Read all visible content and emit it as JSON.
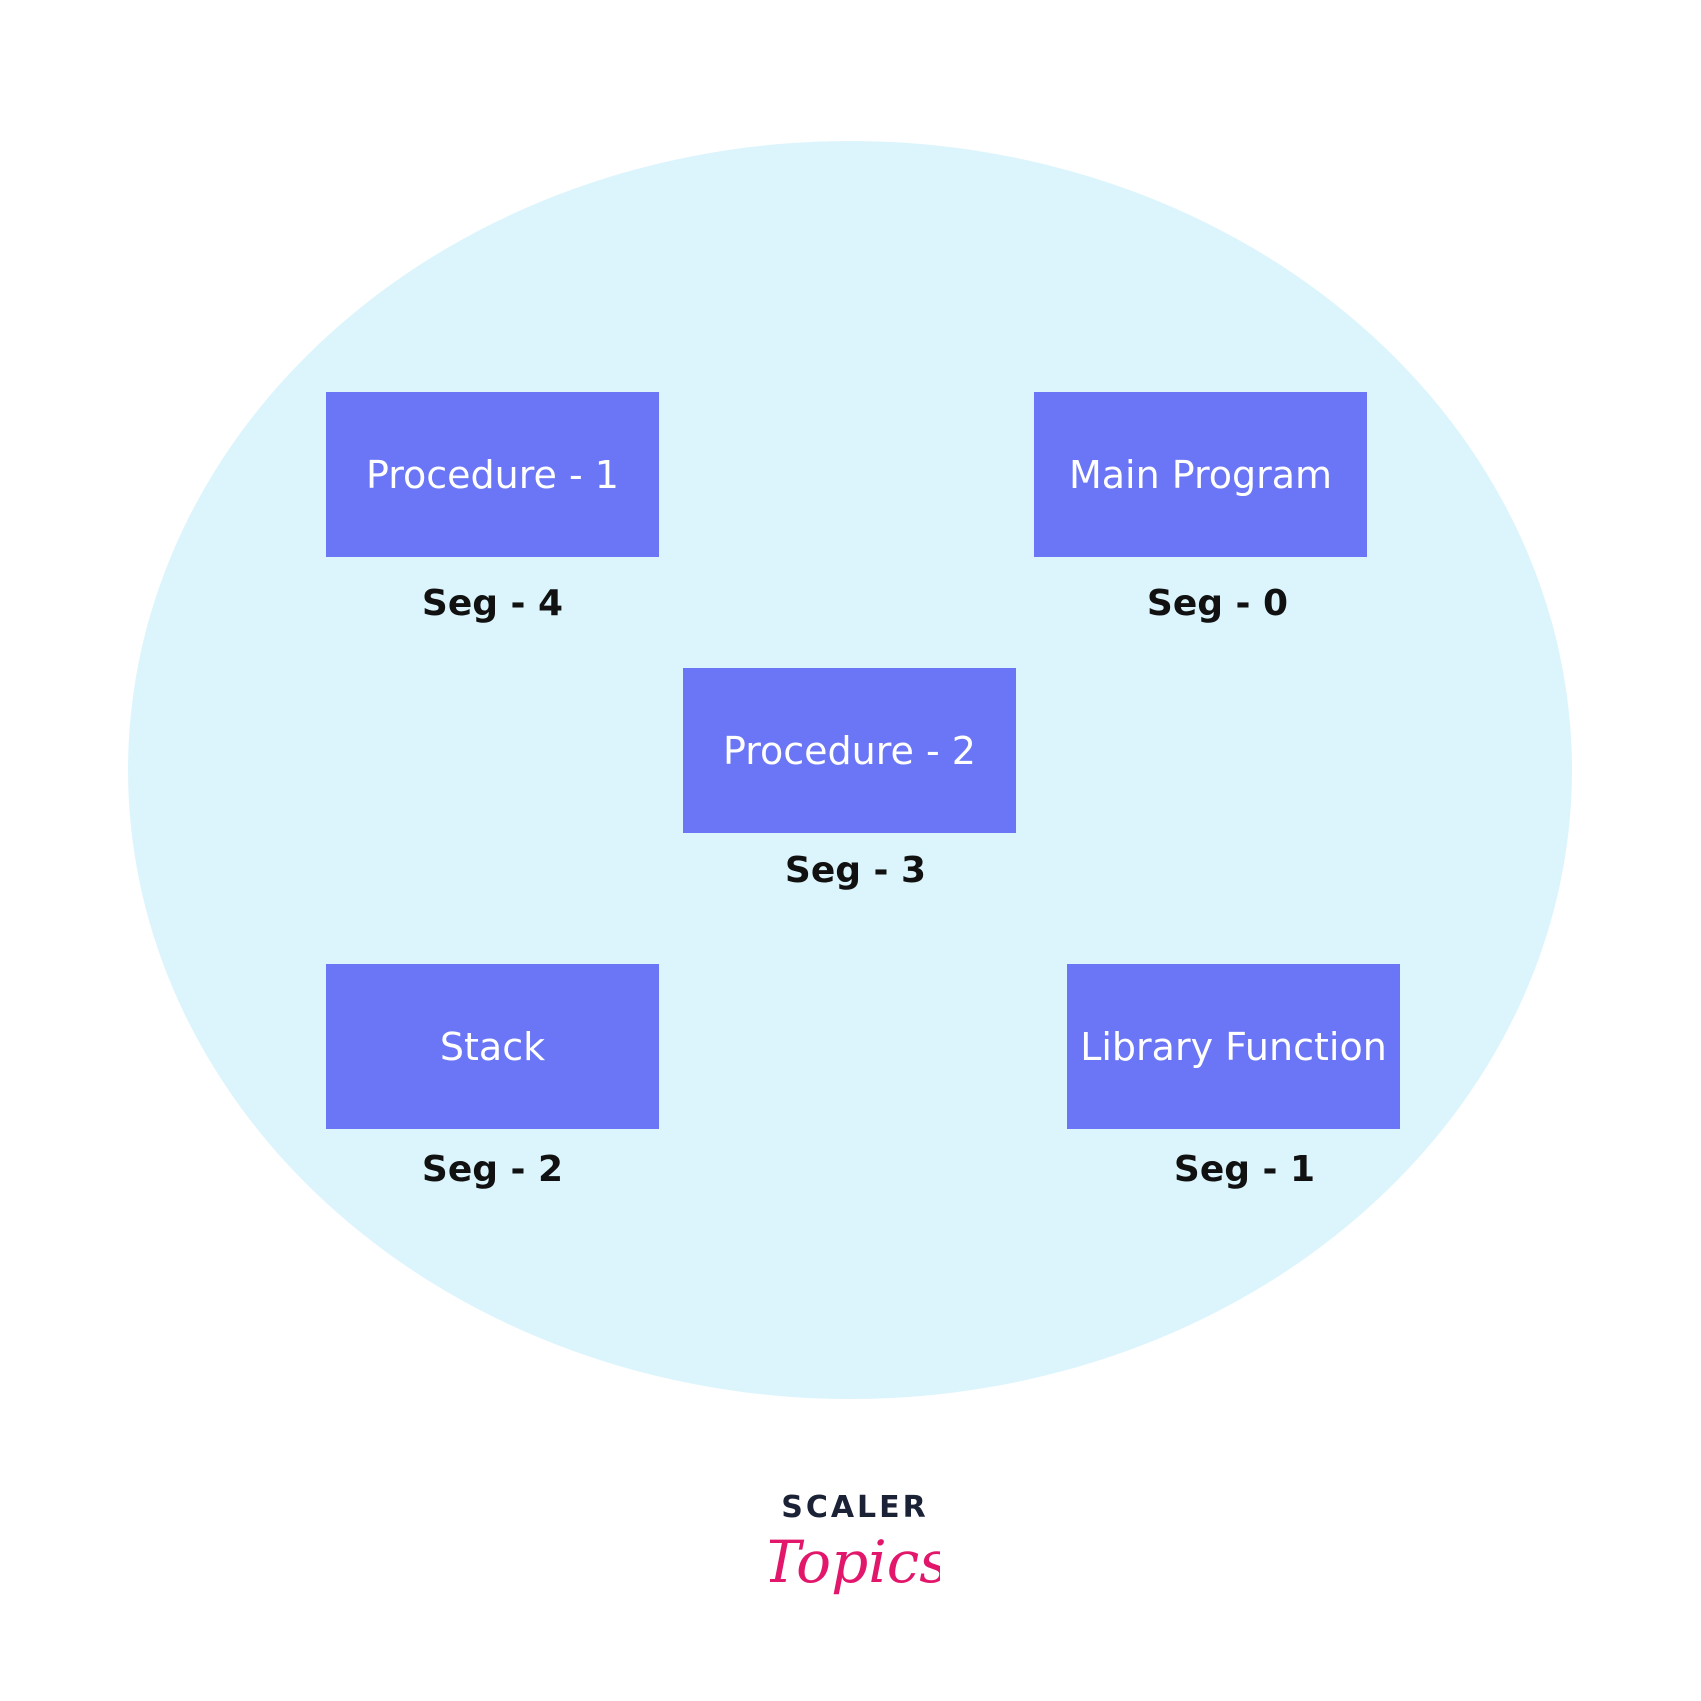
{
  "colors": {
    "background": "#ffffff",
    "ellipse_fill": "#dcf5fc",
    "box_fill": "#6a76f5",
    "box_text": "#ffffff",
    "label_text": "#111111",
    "logo_dark": "#1b2236",
    "logo_accent": "#e2176b"
  },
  "segments": [
    {
      "name": "Procedure - 1",
      "label": "Seg - 4"
    },
    {
      "name": "Main Program",
      "label": "Seg - 0"
    },
    {
      "name": "Procedure - 2",
      "label": "Seg - 3"
    },
    {
      "name": "Stack",
      "label": "Seg - 2"
    },
    {
      "name": "Library Function",
      "label": "Seg - 1"
    }
  ],
  "logo": {
    "brand": "SCALER",
    "sub": "Topics"
  }
}
